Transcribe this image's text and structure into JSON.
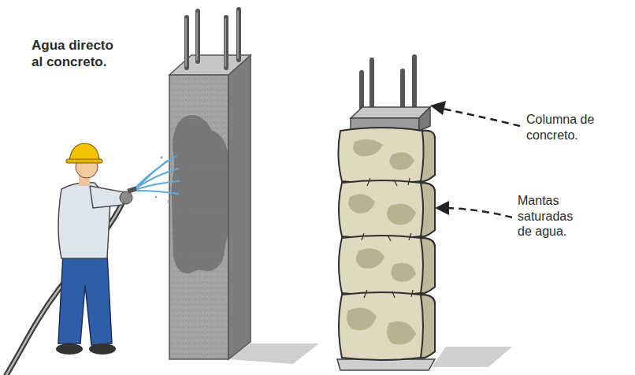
{
  "diagram": {
    "labels": [
      "Agua directo al concreto.",
      "Columna de concreto.",
      "Mantas saturadas de agua."
    ]
  }
}
